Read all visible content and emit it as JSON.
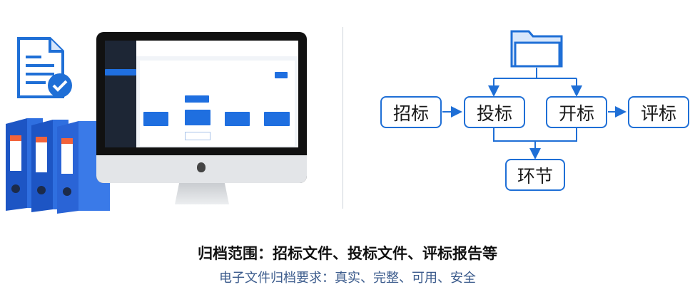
{
  "diagram": {
    "nodes": [
      "招标",
      "投标",
      "开标",
      "评标"
    ],
    "bottom_node": "环节",
    "top_icon": "folder-icon"
  },
  "caption": {
    "title": "归档范围：招标文件、投标文件、评标报告等",
    "subtitle": "电子文件归档要求：真实、完整、可用、安全"
  },
  "colors": {
    "accent": "#1f6fd6",
    "binder": "#2f6fe0",
    "subtitle": "#3b5b8c"
  }
}
